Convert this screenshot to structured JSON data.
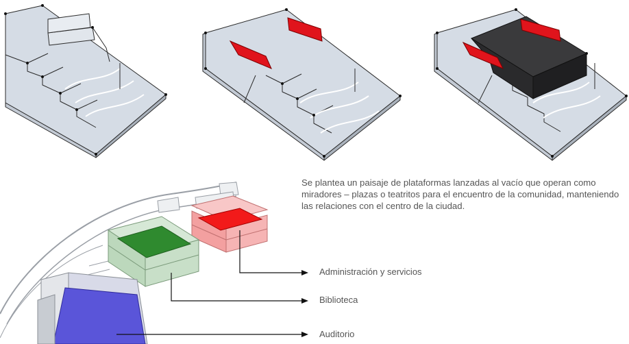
{
  "description": "Se plantea un paisaje de plataformas lanzadas al vacío que operan como miradores – plazas o teatritos para el encuentro de la comunidad, manteniendo las relaciones con el centro de la ciudad.",
  "legend": {
    "administracion": "Administración y servicios",
    "biblioteca": "Biblioteca",
    "auditorio": "Auditorio"
  },
  "colors": {
    "surface": "#d3dae3",
    "edge": "#222222",
    "highlight": "#e0141c",
    "dark_volume": "#2e2e30",
    "admin": "#f21a1a",
    "library": "#2f8a2f",
    "auditorium": "#5a55d9"
  }
}
